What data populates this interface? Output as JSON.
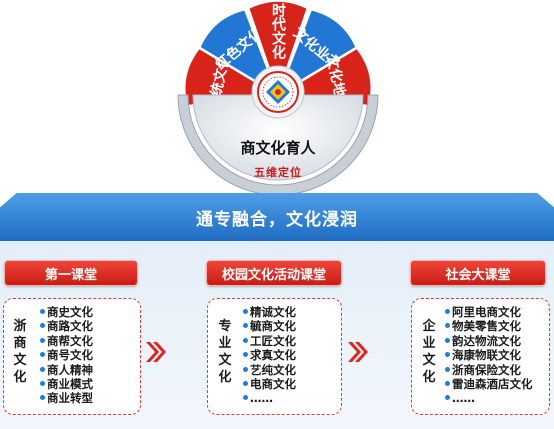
{
  "fan": {
    "petals": [
      {
        "label": "传统文化",
        "color": "#d8231b"
      },
      {
        "label": "红色文化",
        "color": "#2377d4"
      },
      {
        "label": "时代文化",
        "color": "#d8231b"
      },
      {
        "label": "文化业态",
        "color": "#2377d4"
      },
      {
        "label": "文化地域",
        "color": "#d8231b"
      }
    ],
    "center_title": "商文化育人",
    "center_subtitle": "五维定位"
  },
  "banner": {
    "title": "通专融合，文化浸润"
  },
  "columns": [
    {
      "header": "第一课堂",
      "side_label": "浙商文化",
      "items": [
        "商史文化",
        "商路文化",
        "商帮文化",
        "商号文化",
        "商人精神",
        "商业模式",
        "商业转型"
      ]
    },
    {
      "header": "校园文化活动课堂",
      "side_label": "专业文化",
      "items": [
        "精诚文化",
        "毓商文化",
        "工匠文化",
        "求真文化",
        "艺纯文化",
        "电商文化",
        "……"
      ]
    },
    {
      "header": "社会大课堂",
      "side_label": "企业文化",
      "items": [
        "阿里电商文化",
        "物美零售文化",
        "韵达物流文化",
        "海康物联文化",
        "浙商保险文化",
        "雷迪森酒店文化",
        "……"
      ]
    }
  ],
  "colors": {
    "red": "#d8231b",
    "blue": "#2377d4",
    "banner": "#2f7fd4"
  }
}
